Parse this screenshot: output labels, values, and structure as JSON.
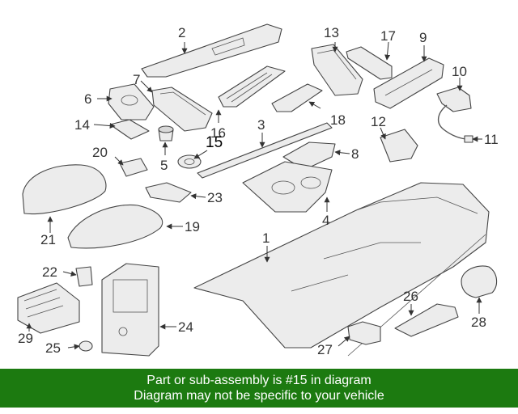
{
  "diagram": {
    "callouts": {
      "c1": "1",
      "c2": "2",
      "c3": "3",
      "c4": "4",
      "c5": "5",
      "c6": "6",
      "c7": "7",
      "c8": "8",
      "c9": "9",
      "c10": "10",
      "c11": "11",
      "c12": "12",
      "c13": "13",
      "c14": "14",
      "c15": "15",
      "c16": "16",
      "c17": "17",
      "c18": "18",
      "c19": "19",
      "c20": "20",
      "c21": "21",
      "c22": "22",
      "c23": "23",
      "c24": "24",
      "c25": "25",
      "c26": "26",
      "c27": "27",
      "c28": "28",
      "c29": "29"
    },
    "highlighted_part": "15"
  },
  "banner": {
    "line1": "Part or sub-assembly is #15 in diagram",
    "line2": "Diagram may not be specific to your vehicle",
    "background": "#1c7a10"
  }
}
